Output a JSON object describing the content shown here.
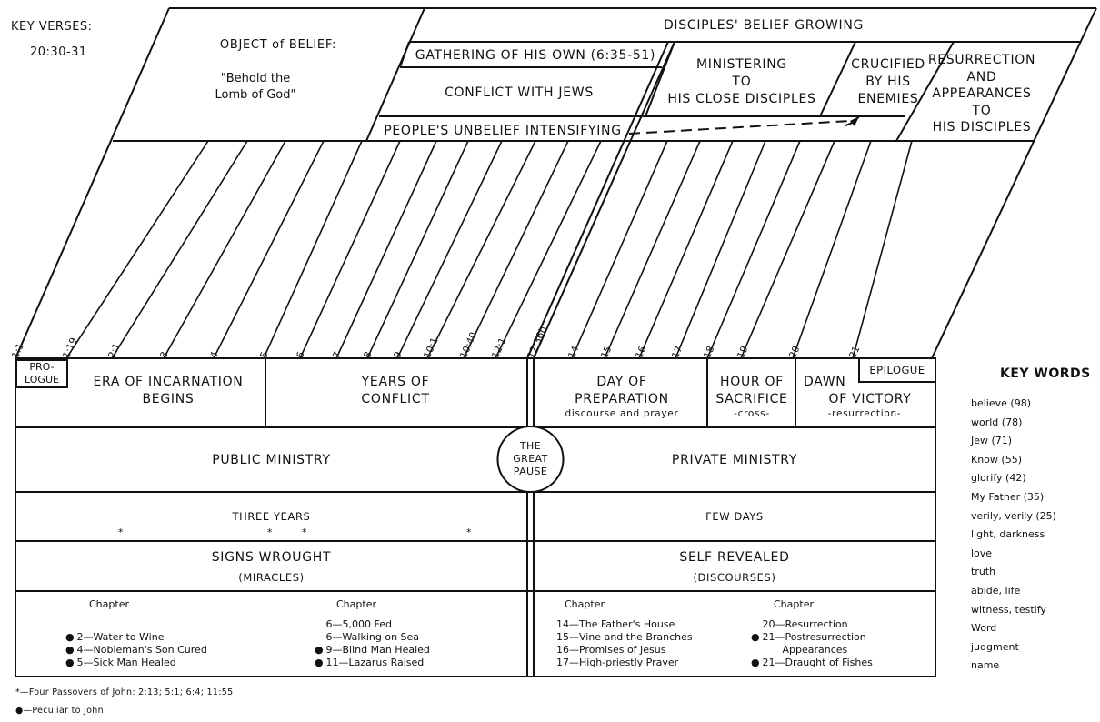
{
  "key_verses": {
    "title": "KEY VERSES:",
    "ref": "20:30-31"
  },
  "top": {
    "object_title": "OBJECT of BELIEF:",
    "object_quote_1": "\"Behold the",
    "object_quote_2": "Lomb of God\"",
    "disciples_belief": "DISCIPLES' BELIEF GROWING",
    "gathering": "GATHERING OF HIS OWN (6:35-51)",
    "conflict_jews": "CONFLICT WITH JEWS",
    "unbelief": "PEOPLE'S UNBELIEF INTENSIFYING",
    "ministering": [
      "MINISTERING",
      "TO",
      "HIS CLOSE DISCIPLES"
    ],
    "crucified": [
      "CRUCIFIED",
      "BY HIS",
      "ENEMIES"
    ],
    "resurrection": [
      "RESURRECTION",
      "AND",
      "APPEARANCES",
      "TO",
      "HIS DISCIPLES"
    ]
  },
  "chapter_refs": [
    "1:1",
    "1:19",
    "2:1",
    "3",
    "4",
    "5",
    "6",
    "7",
    "8",
    "9",
    "10:1",
    "10:40",
    "12:1",
    "12:36b",
    "14",
    "15",
    "16",
    "17",
    "18",
    "19",
    "20",
    "21"
  ],
  "sections": {
    "prologue": [
      "PRO-",
      "LOGUE"
    ],
    "era": [
      "ERA OF INCARNATION",
      "BEGINS"
    ],
    "years": [
      "YEARS OF",
      "CONFLICT"
    ],
    "day": [
      "DAY OF",
      "PREPARATION"
    ],
    "day_sub": "discourse and prayer",
    "hour": [
      "HOUR OF",
      "SACRIFICE"
    ],
    "hour_sub": "-cross-",
    "dawn": [
      "DAWN",
      "OF VICTORY"
    ],
    "dawn_sub": "-resurrection-",
    "epilogue": "EPILOGUE"
  },
  "ministry": {
    "public": "PUBLIC MINISTRY",
    "private": "PRIVATE MINISTRY",
    "pause": [
      "THE",
      "GREAT",
      "PAUSE"
    ]
  },
  "time": {
    "public": "THREE YEARS",
    "private": "FEW DAYS",
    "star": "*"
  },
  "signs": {
    "title": "SIGNS WROUGHT",
    "sub": "(MIRACLES)"
  },
  "self": {
    "title": "SELF REVEALED",
    "sub": "(DISCOURSES)"
  },
  "chapter_label": "Chapter",
  "miracles_left": [
    "2—Water to Wine",
    "4—Nobleman's Son Cured",
    "5—Sick Man Healed"
  ],
  "miracles_right": [
    "6—5,000 Fed",
    "6—Walking on Sea",
    "9—Blind Man Healed",
    "11—Lazarus Raised"
  ],
  "discourses_left": [
    "14—The Father's House",
    "15—Vine and the Branches",
    "16—Promises of Jesus",
    "17—High-priestly Prayer"
  ],
  "discourses_right": [
    "20—Resurrection",
    "21—Postresurrection",
    "Appearances",
    "21—Draught of Fishes"
  ],
  "key_words": {
    "title": "KEY WORDS",
    "items": [
      "believe (98)",
      "world (78)",
      "Jew (71)",
      "Know (55)",
      "glorify (42)",
      "My Father (35)",
      "verily, verily (25)",
      "light, darkness",
      "love",
      "truth",
      "abide, life",
      "witness, testify",
      "Word",
      "judgment",
      "name"
    ]
  },
  "footnotes": {
    "passovers": "*—Four Passovers of John: 2:13; 5:1; 6:4; 11:55",
    "peculiar": "—Peculiar to John"
  },
  "colors": {
    "ink": "#111111",
    "paper": "#ffffff"
  }
}
